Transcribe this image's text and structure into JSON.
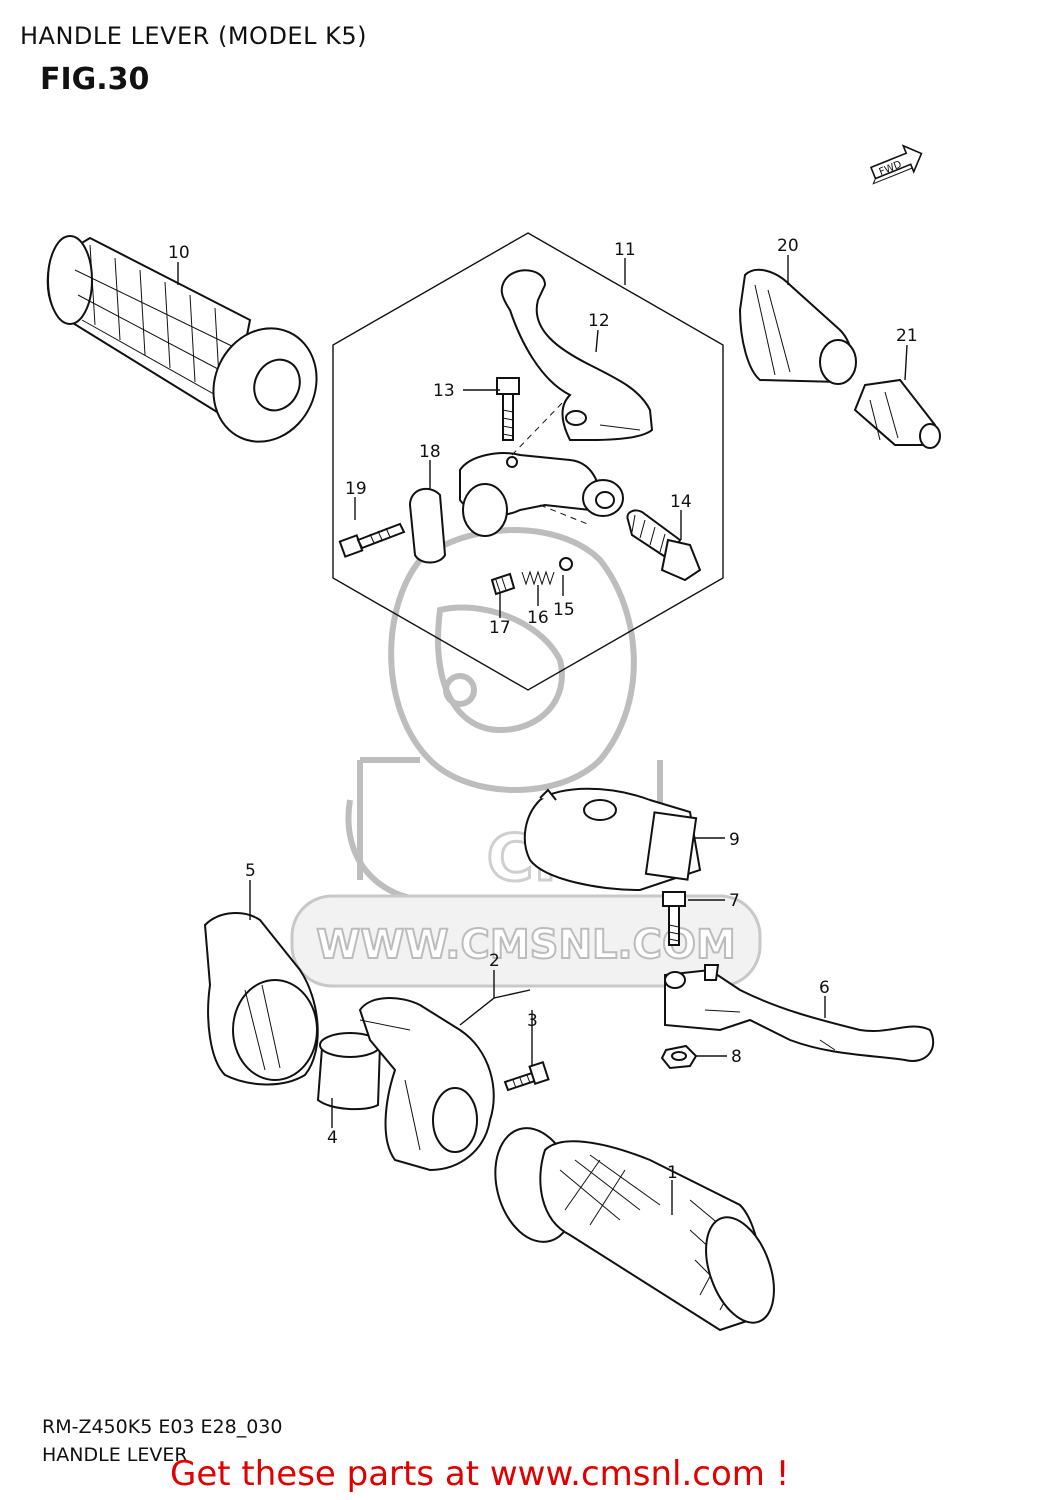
{
  "header": {
    "title": "HANDLE LEVER (MODEL K5)",
    "figure": "FIG.30",
    "fwd": "FWD"
  },
  "callouts": [
    "1",
    "2",
    "3",
    "4",
    "5",
    "6",
    "7",
    "8",
    "9",
    "10",
    "11",
    "12",
    "13",
    "14",
    "15",
    "16",
    "17",
    "18",
    "19",
    "20",
    "21"
  ],
  "watermark": {
    "text": "WWW.CMSNL.COM",
    "logo": "CMS"
  },
  "footer": {
    "code": "RM-Z450K5 E03 E28_030",
    "name": "HANDLE LEVER",
    "promo": "Get these parts at www.cmsnl.com !"
  }
}
